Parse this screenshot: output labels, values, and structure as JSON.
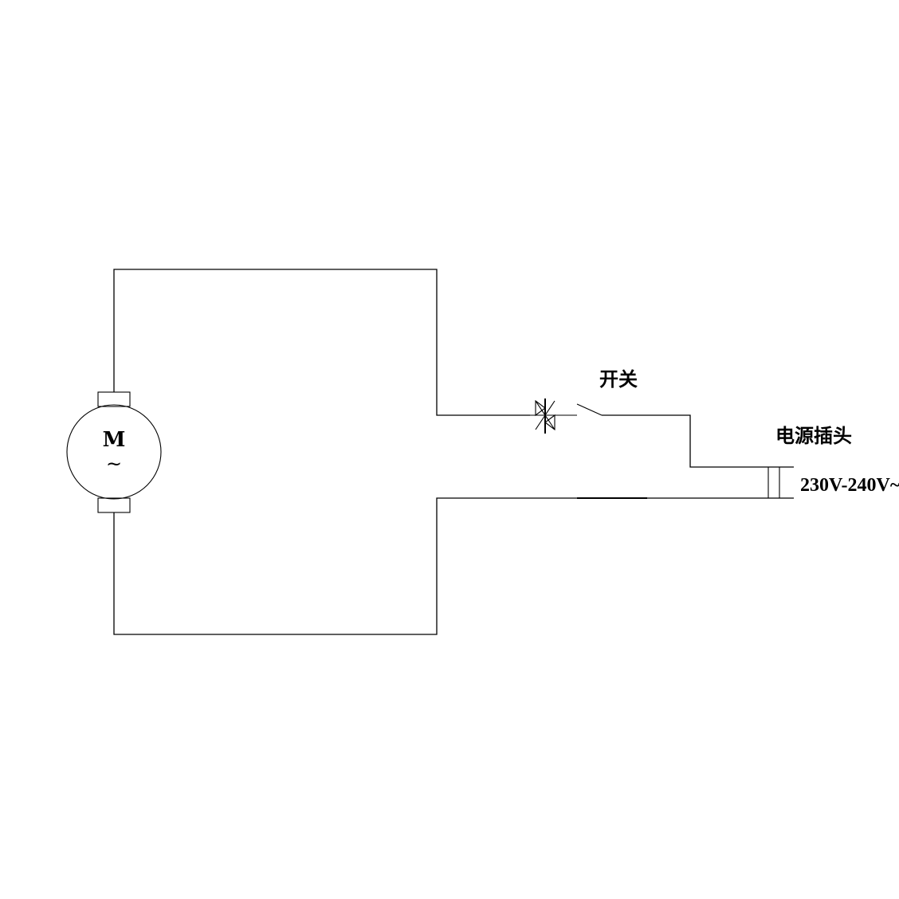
{
  "motor": {
    "symbol": "M",
    "ac_symbol": "~"
  },
  "switch": {
    "label": "开关"
  },
  "power_plug": {
    "label": "电源插头",
    "voltage": "230V-240V~"
  }
}
